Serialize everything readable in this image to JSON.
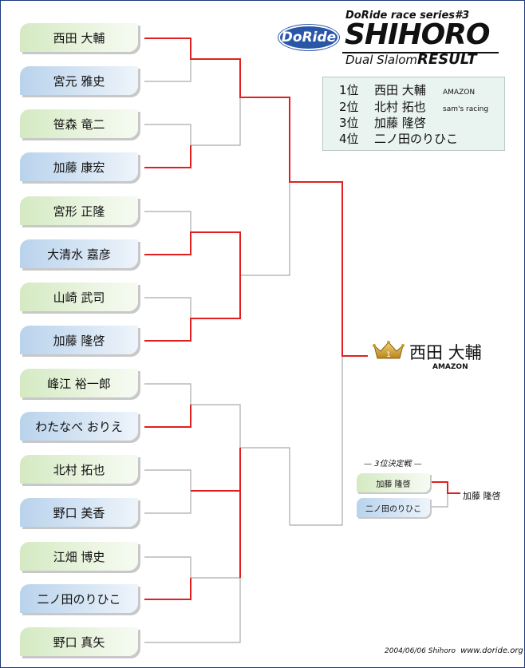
{
  "header": {
    "logo_text": "DoRide",
    "series": "DoRide race series#3",
    "title": "SHIHORO",
    "subtitle_a": "Dual Slalom",
    "subtitle_b": "RESULT"
  },
  "results": [
    {
      "pos": "1位",
      "name": "西田 大輔",
      "team": "AMAZON"
    },
    {
      "pos": "2位",
      "name": "北村 拓也",
      "team": "sam's racing"
    },
    {
      "pos": "3位",
      "name": "加藤 隆啓",
      "team": ""
    },
    {
      "pos": "4位",
      "name": "二ノ田のりひこ",
      "team": ""
    }
  ],
  "entrants": [
    "西田 大輔",
    "宮元 雅史",
    "笹森 竜二",
    "加藤 康宏",
    "宮形 正隆",
    "大清水 嘉彦",
    "山崎 武司",
    "加藤 隆啓",
    "峰江 裕一郎",
    "わたなべ おりえ",
    "北村 拓也",
    "野口 美香",
    "江畑 博史",
    "二ノ田のりひこ",
    "野口 真矢"
  ],
  "winner": {
    "name": "西田 大輔",
    "team": "AMAZON"
  },
  "third_place": {
    "label": "— 3位決定戦 —",
    "entrants": [
      "加藤 隆啓",
      "二ノ田のりひこ"
    ],
    "result": "加藤 隆啓"
  },
  "footer": {
    "date": "2004/06/06 Shihoro",
    "url": "www.doride.org"
  },
  "colors": {
    "winner_line": "#e02020",
    "loser_line": "#aaaaaa",
    "entrant_a": "#d4eac2",
    "entrant_b": "#b9d3ec"
  }
}
